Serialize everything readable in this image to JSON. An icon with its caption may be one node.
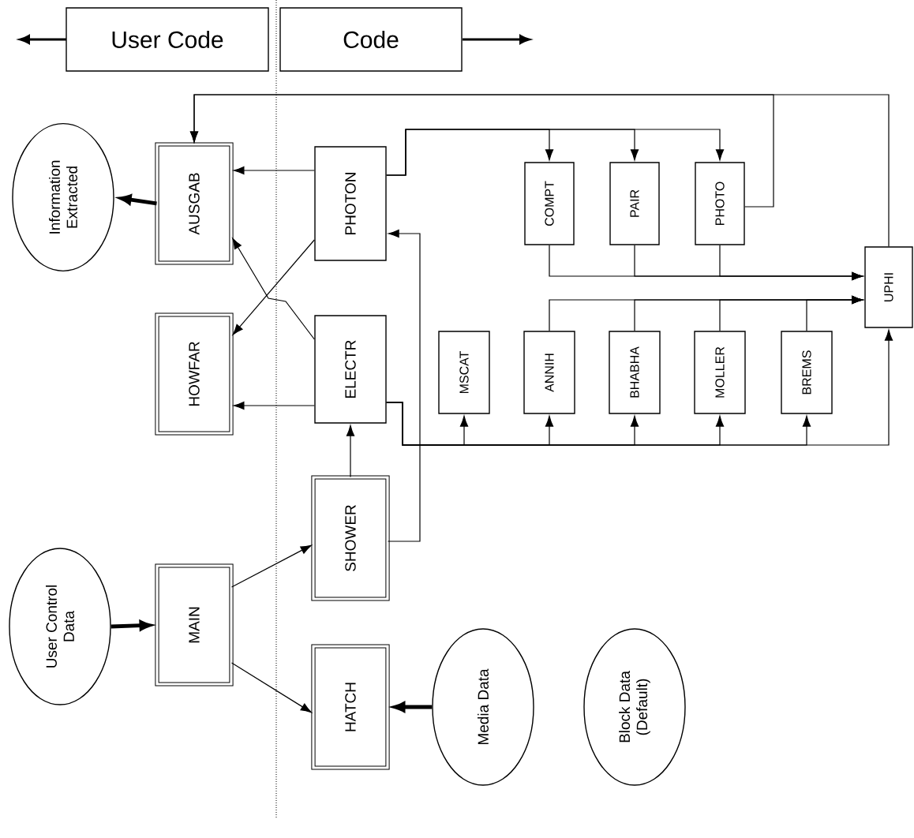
{
  "diagram": {
    "nodes": [
      {
        "text": [
          "User Code"
        ]
      },
      {
        "text": [
          "Code"
        ]
      },
      {
        "text": [
          "Information Extracted"
        ]
      },
      {
        "text": [
          "AUSGAB"
        ]
      },
      {
        "text": [
          "PHOTON"
        ]
      },
      {
        "text": [
          "HOWFAR"
        ]
      },
      {
        "text": [
          "ELECTR"
        ]
      },
      {
        "text": [
          "COMPT"
        ]
      },
      {
        "text": [
          "PAIR"
        ]
      },
      {
        "text": [
          "PHOTO"
        ]
      },
      {
        "text": [
          "UPHI"
        ]
      },
      {
        "text": [
          "MSCAT"
        ]
      },
      {
        "text": [
          "ANNIH"
        ]
      },
      {
        "text": [
          "BHABHA"
        ]
      },
      {
        "text": [
          "MOLLER"
        ]
      },
      {
        "text": [
          "BREMS"
        ]
      },
      {
        "text": [
          "User Control Data"
        ]
      },
      {
        "text": [
          "MAIN"
        ]
      },
      {
        "text": [
          "SHOWER"
        ]
      },
      {
        "text": [
          "HATCH"
        ]
      },
      {
        "text": [
          "Media Data"
        ]
      },
      {
        "text": [
          "Block Data (Default)"
        ]
      }
    ],
    "edges": [
      {
        "from": 3,
        "to": 2,
        "arrow": "to",
        "style": "thick"
      },
      {
        "from": 4,
        "to": 3,
        "arrow": "to"
      },
      {
        "from": 4,
        "to": 5,
        "arrow": "to"
      },
      {
        "from": 6,
        "to": 3,
        "arrow": "to"
      },
      {
        "from": 6,
        "to": 5,
        "arrow": "to"
      },
      {
        "from": 4,
        "to": 7,
        "arrow": "to"
      },
      {
        "from": 4,
        "to": 8,
        "arrow": "to"
      },
      {
        "from": 4,
        "to": 9,
        "arrow": "to"
      },
      {
        "from": 9,
        "to": 3,
        "arrow": "to"
      },
      {
        "from": 10,
        "to": 3,
        "arrow": "to"
      },
      {
        "from": 7,
        "to": 10,
        "arrow": "to"
      },
      {
        "from": 8,
        "to": 10,
        "arrow": "to"
      },
      {
        "from": 9,
        "to": 10,
        "arrow": "to"
      },
      {
        "from": 12,
        "to": 10,
        "arrow": "to"
      },
      {
        "from": 13,
        "to": 10,
        "arrow": "to"
      },
      {
        "from": 14,
        "to": 10,
        "arrow": "to"
      },
      {
        "from": 15,
        "to": 10,
        "arrow": "to"
      },
      {
        "from": 6,
        "to": 11,
        "arrow": "to"
      },
      {
        "from": 6,
        "to": 12,
        "arrow": "to"
      },
      {
        "from": 6,
        "to": 13,
        "arrow": "to"
      },
      {
        "from": 6,
        "to": 14,
        "arrow": "to"
      },
      {
        "from": 6,
        "to": 15,
        "arrow": "to"
      },
      {
        "from": 6,
        "to": 10,
        "arrow": "to"
      },
      {
        "from": 18,
        "to": 4,
        "arrow": "to"
      },
      {
        "from": 18,
        "to": 6,
        "arrow": "to"
      },
      {
        "from": 16,
        "to": 17,
        "arrow": "to",
        "style": "thick"
      },
      {
        "from": 17,
        "to": 18,
        "arrow": "to"
      },
      {
        "from": 17,
        "to": 19,
        "arrow": "to"
      },
      {
        "from": 20,
        "to": 19,
        "arrow": "to",
        "style": "thick"
      }
    ]
  }
}
